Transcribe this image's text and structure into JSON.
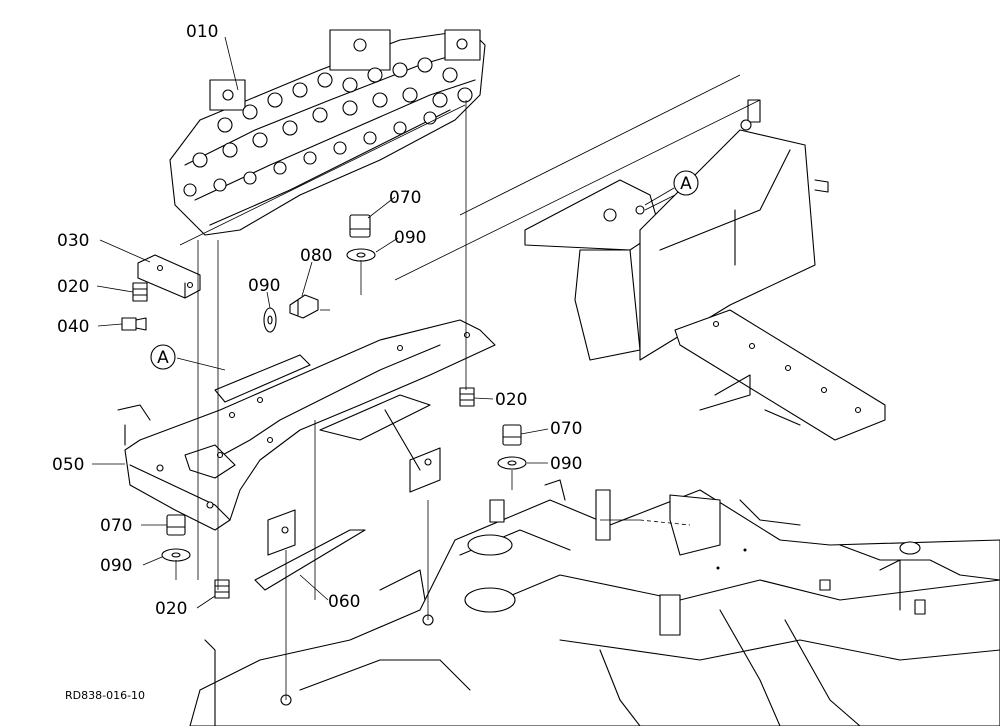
{
  "diagram_code": "RD838-016-10",
  "reference_marker": "A",
  "callouts": [
    {
      "id": "c010",
      "text": "010"
    },
    {
      "id": "c030",
      "text": "030"
    },
    {
      "id": "c020a",
      "text": "020"
    },
    {
      "id": "c040",
      "text": "040"
    },
    {
      "id": "c070a",
      "text": "070"
    },
    {
      "id": "c090a",
      "text": "090"
    },
    {
      "id": "c080",
      "text": "080"
    },
    {
      "id": "c090b",
      "text": "090"
    },
    {
      "id": "c020b",
      "text": "020"
    },
    {
      "id": "c070b",
      "text": "070"
    },
    {
      "id": "c090c",
      "text": "090"
    },
    {
      "id": "c050",
      "text": "050"
    },
    {
      "id": "c070c",
      "text": "070"
    },
    {
      "id": "c090d",
      "text": "090"
    },
    {
      "id": "c060",
      "text": "060"
    },
    {
      "id": "c020c",
      "text": "020"
    }
  ]
}
